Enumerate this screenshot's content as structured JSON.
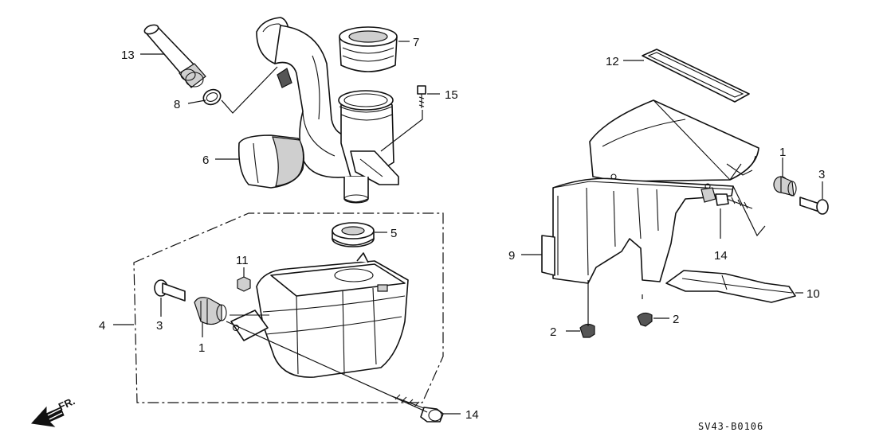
{
  "diagram": {
    "code": "SV43-B0106",
    "direction_label": "FR."
  },
  "callouts": {
    "c13": "13",
    "c8": "8",
    "c7": "7",
    "c15": "15",
    "c6": "6",
    "c5": "5",
    "c11": "11",
    "c4": "4",
    "c3_left": "3",
    "c1_left": "1",
    "c14_bottom": "14",
    "c12": "12",
    "c1_right": "1",
    "c3_right": "3",
    "c9": "9",
    "c14_right": "14",
    "c10": "10",
    "c2_left": "2",
    "c2_right": "2"
  },
  "icons": {
    "direction_arrow": "front-direction-arrow-icon"
  }
}
